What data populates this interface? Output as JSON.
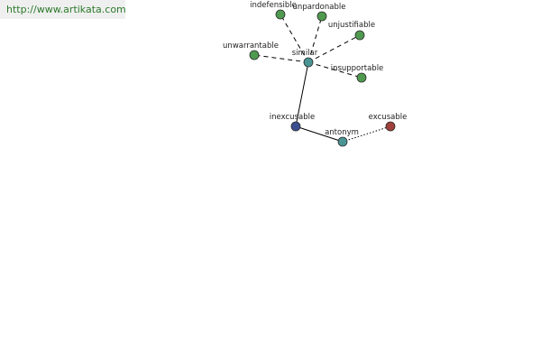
{
  "source_url": "http://www.artikata.com",
  "colors": {
    "center": "#3b4f8f",
    "relation": "#4a9494",
    "synonym": "#4f9a4f",
    "antonym": "#a0403a",
    "edge": "#000000"
  },
  "nodes": {
    "inexcusable": {
      "label": "inexcusable",
      "kind": "center"
    },
    "similar": {
      "label": "similar",
      "kind": "relation"
    },
    "antonym": {
      "label": "antonym",
      "kind": "relation"
    },
    "indefensible": {
      "label": "indefensible",
      "kind": "synonym"
    },
    "unpardonable": {
      "label": "unpardonable",
      "kind": "synonym"
    },
    "unjustifiable": {
      "label": "unjustifiable",
      "kind": "synonym"
    },
    "unwarrantable": {
      "label": "unwarrantable",
      "kind": "synonym"
    },
    "insupportable": {
      "label": "insupportable",
      "kind": "synonym"
    },
    "excusable": {
      "label": "excusable",
      "kind": "antonym"
    }
  },
  "edges": [
    {
      "from": "inexcusable",
      "to": "similar",
      "style": "solid"
    },
    {
      "from": "inexcusable",
      "to": "antonym",
      "style": "solid"
    },
    {
      "from": "similar",
      "to": "indefensible",
      "style": "dashed"
    },
    {
      "from": "similar",
      "to": "unpardonable",
      "style": "dashed"
    },
    {
      "from": "similar",
      "to": "unjustifiable",
      "style": "dashed"
    },
    {
      "from": "similar",
      "to": "unwarrantable",
      "style": "dashed"
    },
    {
      "from": "similar",
      "to": "insupportable",
      "style": "dashed"
    },
    {
      "from": "antonym",
      "to": "excusable",
      "style": "dotted"
    }
  ]
}
